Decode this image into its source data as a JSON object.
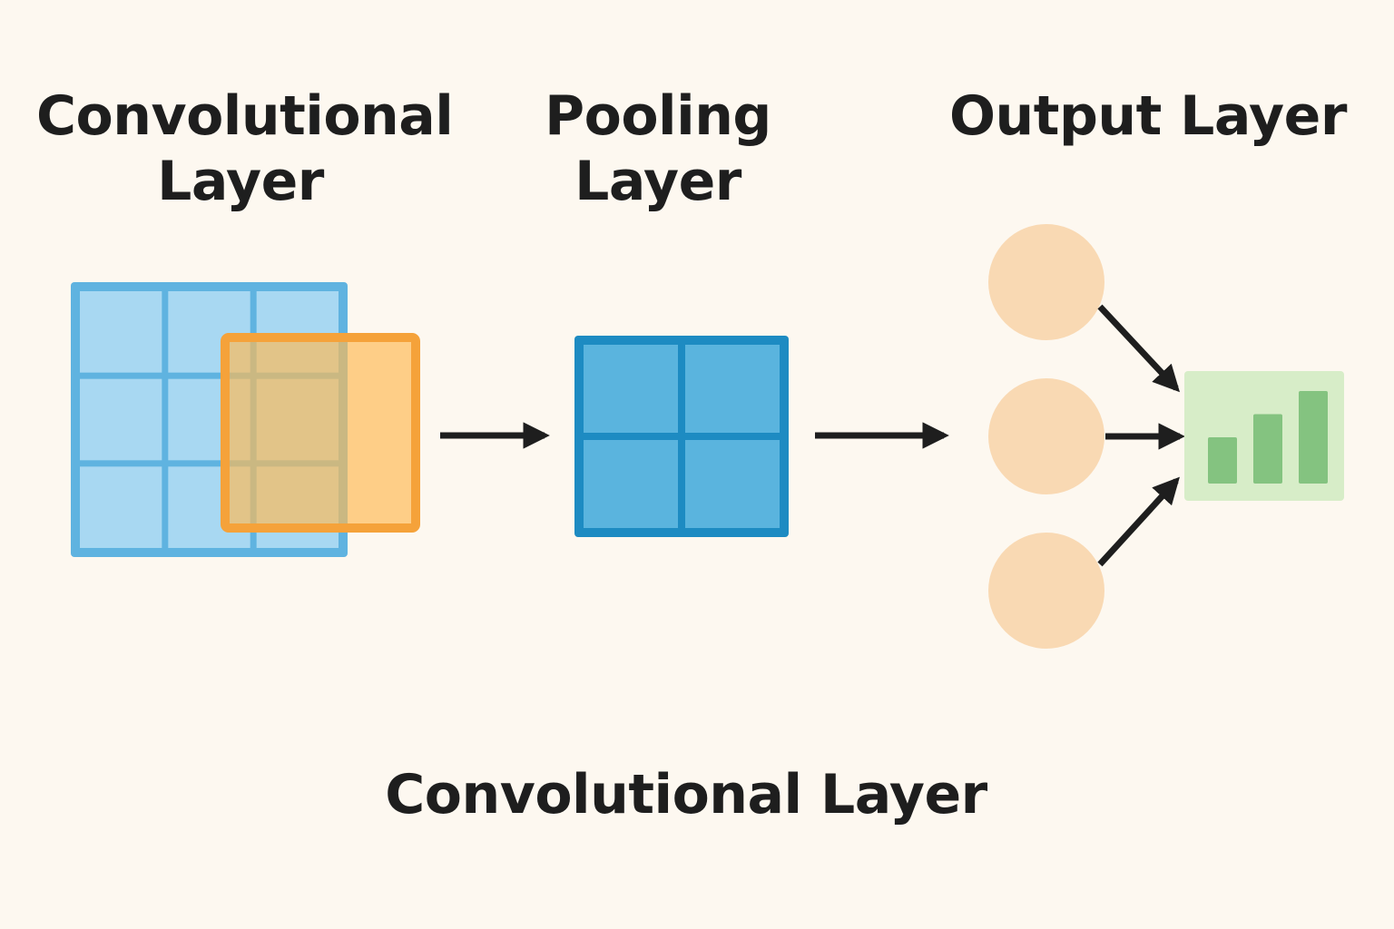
{
  "labels": {
    "conv_line1": "Convolutional",
    "conv_line2": "Layer",
    "pool_line1": "Pooling",
    "pool_line2": "Layer",
    "output": "Output Layer",
    "caption": "Convolutional Layer"
  },
  "colors": {
    "background": "#fdf8f0",
    "conv_grid_fill": "#a8d8f2",
    "conv_grid_border": "#5fb3e0",
    "filter_fill": "#fdb955",
    "filter_border": "#f5a23a",
    "pool_fill": "#5ab4de",
    "pool_border": "#1d8bc2",
    "neuron_fill": "#f9d9b3",
    "output_box_fill": "#d7edc8",
    "output_bar_fill": "#84c380",
    "arrow": "#1e1e1e"
  },
  "diagram": {
    "conv_grid": {
      "rows": 3,
      "cols": 3
    },
    "pool_grid": {
      "rows": 2,
      "cols": 2
    },
    "neuron_count": 3,
    "output_bars_relative": [
      0.5,
      0.75,
      1.0
    ]
  }
}
